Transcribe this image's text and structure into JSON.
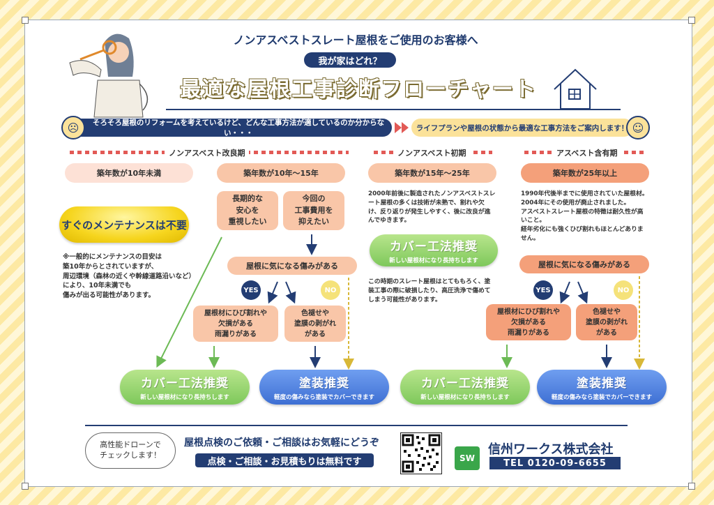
{
  "header": {
    "subtitle": "ノンアスベストスレート屋根をご使用のお客様へ",
    "question": "我が家はどれ？",
    "title": "最適な屋根工事診断フローチャート"
  },
  "banner": {
    "left_text": "そろそろ屋根のリフォームを考えているけど、どんな工事方法が適しているのか分からない・・・",
    "right_text": "ライフプランや屋根の状態から最適な工事方法をご案内します！"
  },
  "sections": {
    "non_asbestos_improved": "ノンアスベスト改良期",
    "non_asbestos_early": "ノンアスベスト初期",
    "asbestos": "アスベスト含有期"
  },
  "age": {
    "under10": "築年数が10年未満",
    "y10_15": "築年数が10年〜15年",
    "y15_25": "築年数が15年〜25年",
    "over25": "築年数が25年以上"
  },
  "choices": {
    "longterm": "長期的な\n安心を\n重視したい",
    "cost": "今回の\n工事費用を\n抑えたい"
  },
  "question_damage": "屋根に気になる傷みがある",
  "yes": "YES",
  "no": "NO",
  "damage": {
    "cracks": "屋根材にひび割れや\n欠損がある\n雨漏りがある",
    "fading": "色褪せや\n塗膜の剥がれ\nがある"
  },
  "no_maintenance": "すぐのメンテナンスは不要",
  "notes": {
    "under10": "※一般的にメンテナンスの目安は\n築10年からとされていますが、\n周辺環境（森林の近くや幹線道路沿いなど）\nにより、10年未満でも\n傷みが出る可能性があります。",
    "early_top": "2000年前後に製造されたノンアスベストスレ\nート屋根の多くは技術が未熟で、割れや欠\nけ、反り返りが発生しやすく、後に改良が進\nんでゆきます。",
    "early_bottom": "この時期のスレート屋根はとてももろく、塗\n装工事の際に破損したり、高圧洗浄で傷めて\nしまう可能性があります。",
    "asbestos": "1990年代後半までに使用されていた屋根材。\n2004年にその使用が廃止されました。\nアスベストスレート屋根の特徴は耐久性が高\nいこと。\n経年劣化にも強くひび割れもほとんどありま\nせん。"
  },
  "cover": {
    "label": "カバー工法推奨",
    "sub": "新しい屋根材になり長持ちします"
  },
  "paint": {
    "label": "塗装推奨",
    "sub": "軽度の傷みなら塗装でカバーできます"
  },
  "footer": {
    "drone": "高性能ドローンで\nチェックします！",
    "inquiry": "屋根点検のご依頼・ご相談はお気軽にどうぞ",
    "free": "点検・ご相談・お見積もりは無料です",
    "company": "信州ワークス株式会社",
    "tel": "TEL 0120-09-6655",
    "logo_text": "SW"
  },
  "colors": {
    "navy": "#233d73",
    "salmon_light": "#fde1d6",
    "salmon": "#f9c6a8",
    "salmon_dark": "#f4a07a",
    "green": "#7ec85b",
    "blue": "#3e6fd3",
    "yellow": "#f6d51e"
  }
}
